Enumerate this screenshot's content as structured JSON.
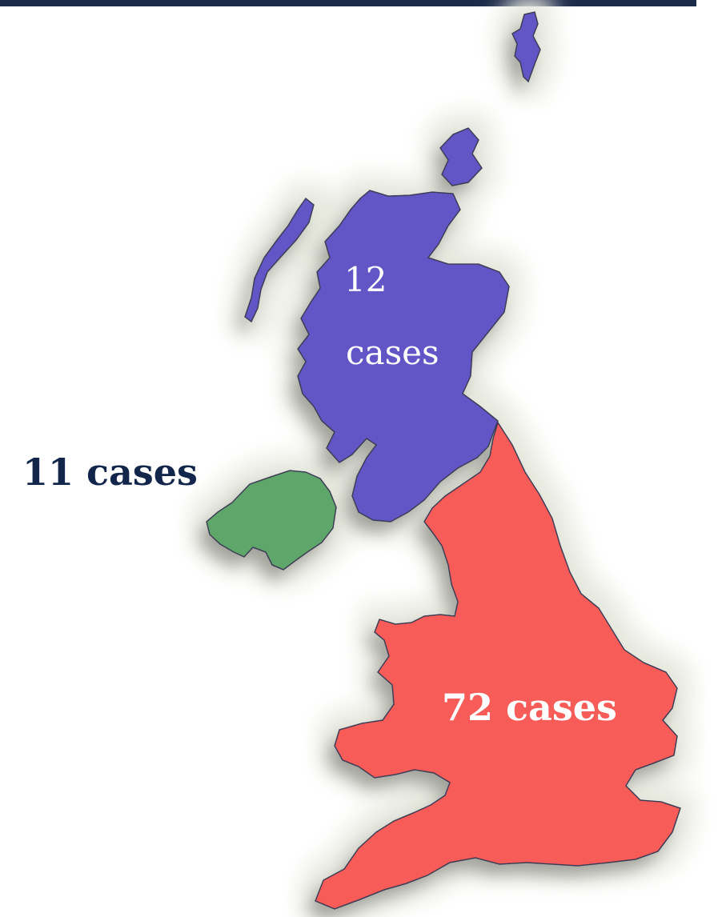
{
  "colors": {
    "rule": "#1c2a4a",
    "scotland": "#6254c6",
    "england_wales": "#f85b58",
    "northern_ireland": "#5fa66b",
    "halo": "#e7e9df",
    "outline": "#3b3a55",
    "label_dark": "#12254a",
    "label_light": "#ffffff"
  },
  "regions": {
    "scotland": {
      "label_line1": "12",
      "label_line2": "cases",
      "cases": 12
    },
    "northern_ireland": {
      "label": "11 cases",
      "cases": 11
    },
    "england_wales": {
      "label": "72 cases",
      "cases": 72
    }
  }
}
